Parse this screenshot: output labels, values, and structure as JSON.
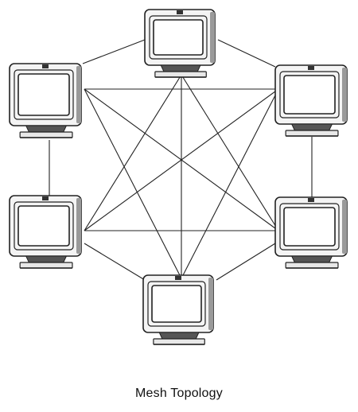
{
  "caption": "Mesh Topology",
  "nodes": [
    {
      "id": "top"
    },
    {
      "id": "upper-right"
    },
    {
      "id": "lower-right"
    },
    {
      "id": "bottom"
    },
    {
      "id": "lower-left"
    },
    {
      "id": "upper-left"
    }
  ],
  "links": [
    [
      "top",
      "upper-left"
    ],
    [
      "top",
      "upper-right"
    ],
    [
      "upper-left",
      "lower-left"
    ],
    [
      "upper-right",
      "lower-right"
    ],
    [
      "lower-left",
      "bottom"
    ],
    [
      "lower-right",
      "bottom"
    ],
    [
      "upper-left",
      "upper-right"
    ],
    [
      "upper-left",
      "lower-right"
    ],
    [
      "upper-left",
      "bottom"
    ],
    [
      "upper-right",
      "lower-left"
    ],
    [
      "upper-right",
      "bottom"
    ],
    [
      "lower-left",
      "lower-right"
    ],
    [
      "top",
      "lower-left"
    ],
    [
      "top",
      "lower-right"
    ],
    [
      "top",
      "bottom"
    ]
  ],
  "colors": {
    "line": "#222222",
    "screen": "#ffffff",
    "bezel": "#f4f4f4"
  },
  "icon": "computer-monitor-icon"
}
